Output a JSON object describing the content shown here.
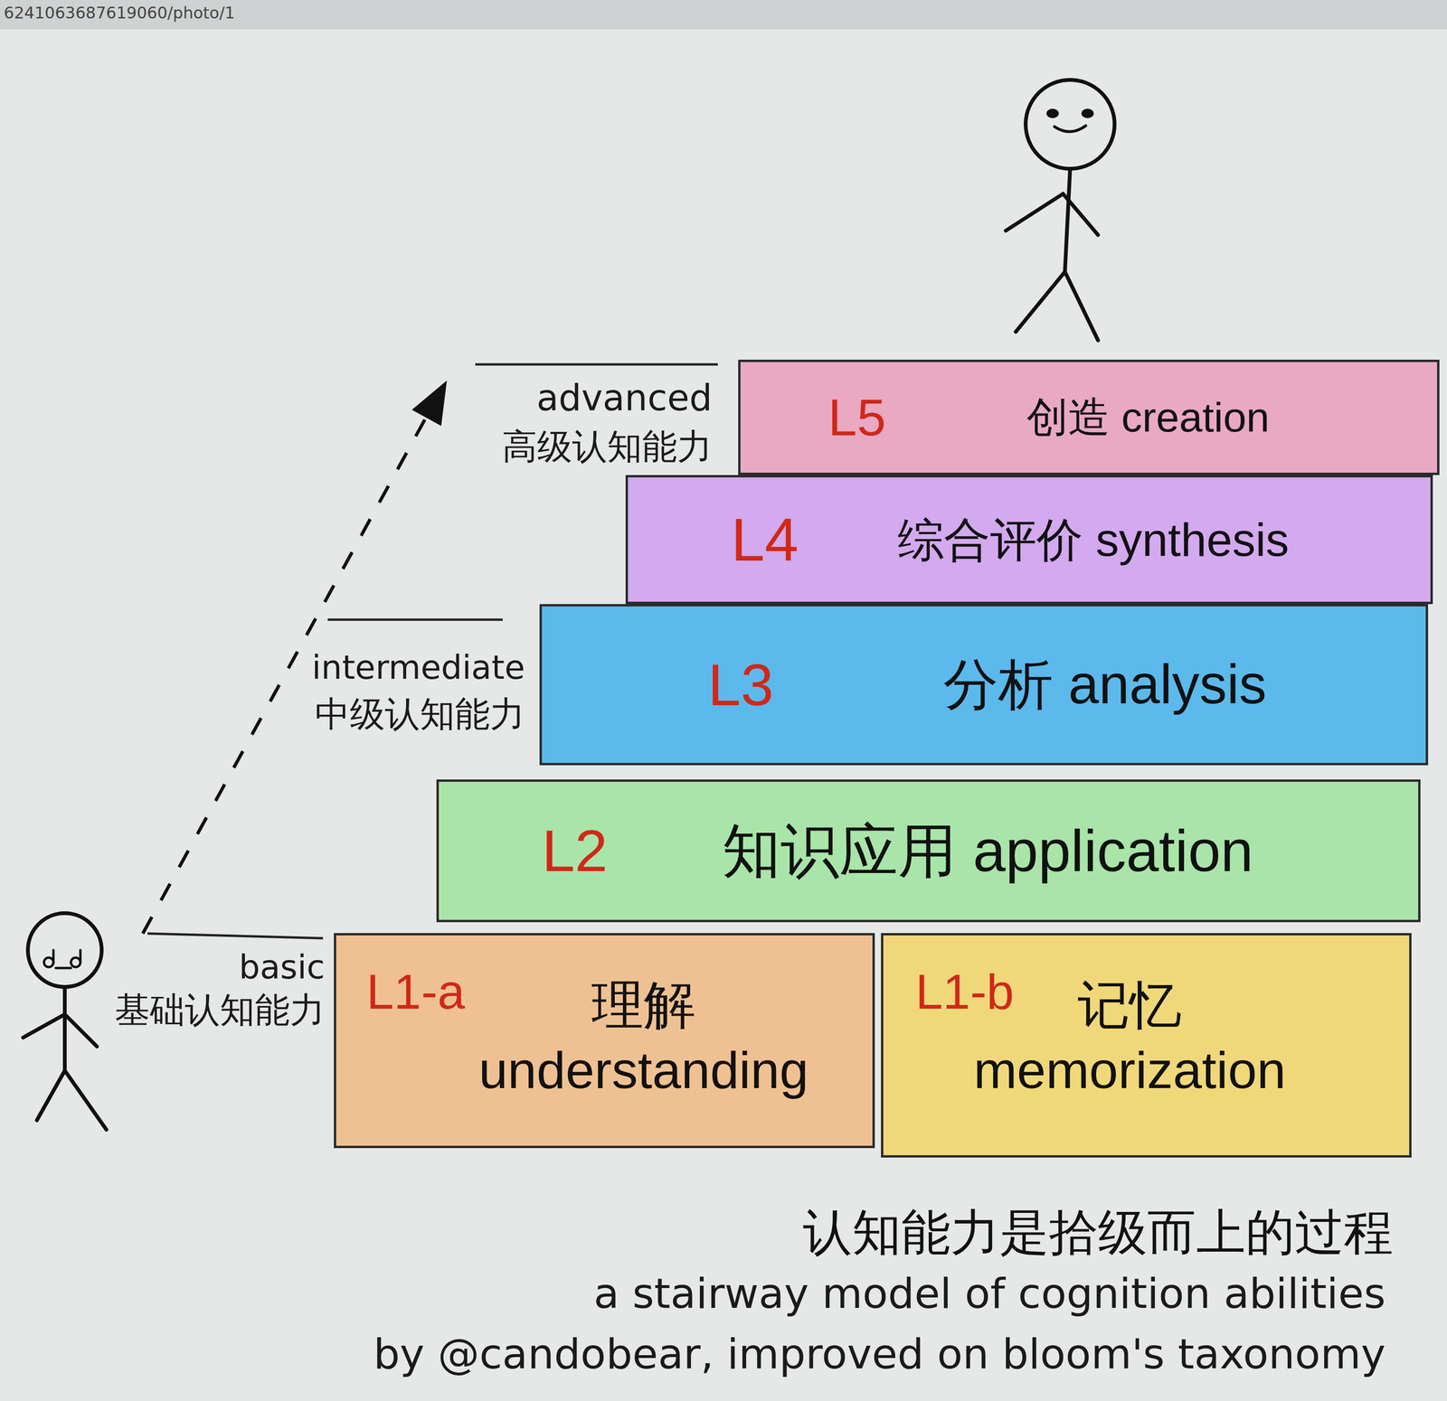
{
  "diagram": {
    "caption": "认知能力是拾级而上的过程",
    "nodes": [
      {
        "text": [
          "L5",
          "创造 creation"
        ]
      },
      {
        "text": [
          "L4",
          "综合评价 synthesis"
        ]
      },
      {
        "text": [
          "L3",
          "分析 analysis"
        ]
      },
      {
        "text": [
          "L2",
          "知识应用 application"
        ]
      },
      {
        "text": [
          "L1-a",
          "理解 understanding"
        ]
      },
      {
        "text": [
          "L1-b",
          "记忆 memorization"
        ]
      }
    ],
    "labels": [
      "6241063687619060/photo/1",
      "advanced",
      "高级认知能力",
      "intermediate",
      "中级认知能力",
      "basic",
      "基础认知能力",
      "a stairway model of cognition abilities",
      "by @candobear, improved on bloom's taxonomy"
    ]
  }
}
